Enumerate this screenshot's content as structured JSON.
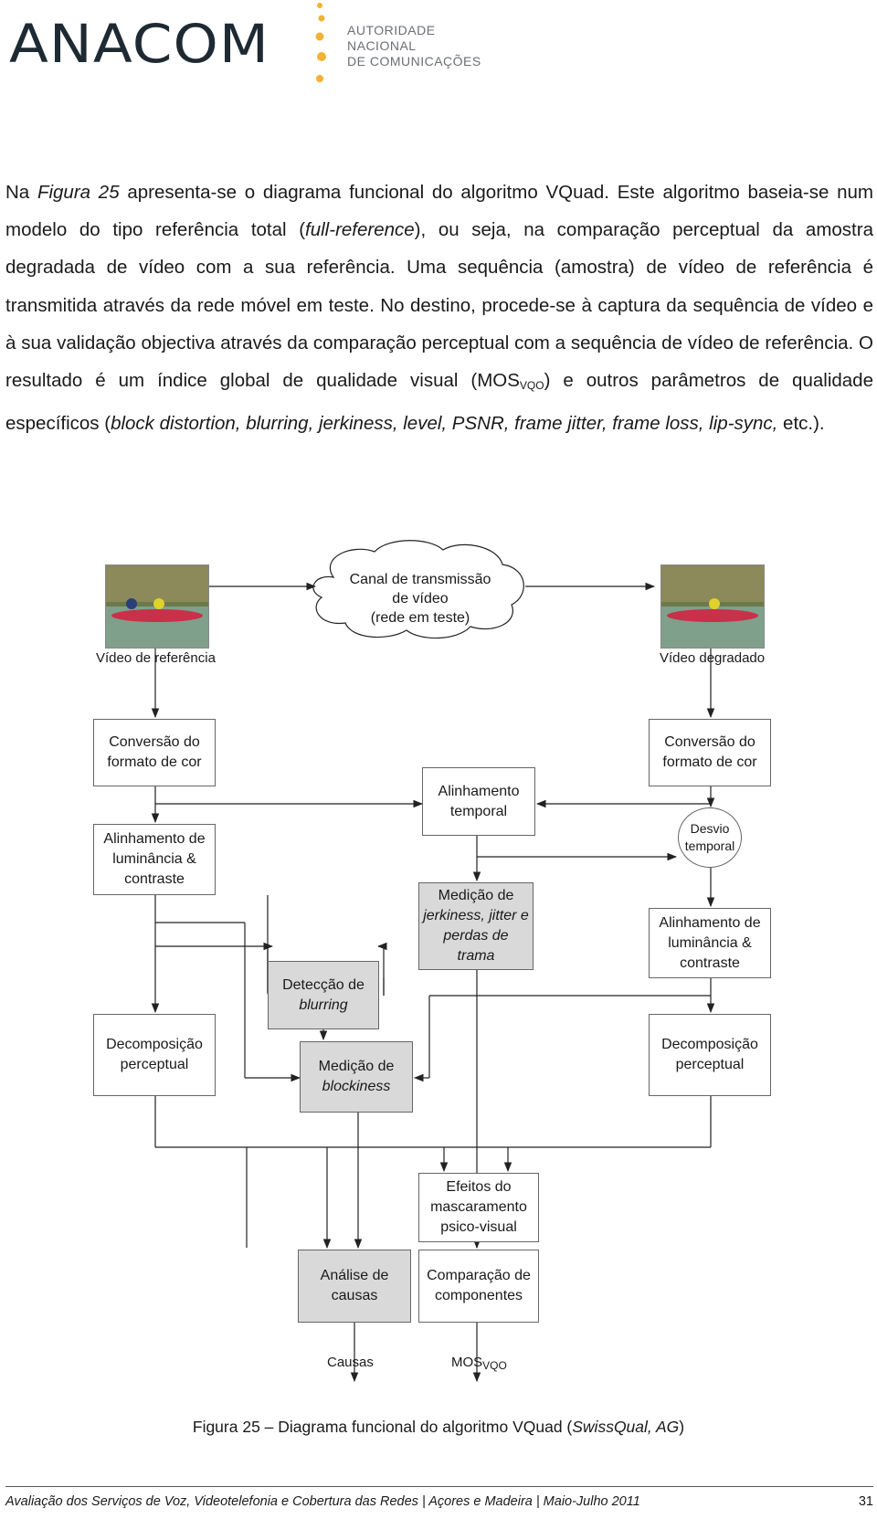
{
  "logo": {
    "wordmark": "ANACOM",
    "authority_lines": [
      "AUTORIDADE",
      "NACIONAL",
      "DE COMUNICAÇÕES"
    ],
    "brand_color": "#1e2a33",
    "dot_color": "#f2b233"
  },
  "paragraph": {
    "s1_a": "Na ",
    "s1_fig": "Figura 25",
    "s1_b": " apresenta-se o diagrama funcional do algoritmo VQuad. Este algoritmo baseia-se num modelo do tipo referência total (",
    "s1_ref": "full-reference",
    "s1_c": "), ou seja, na comparação perceptual da amostra degradada de vídeo com a sua referência. Uma sequência (amostra) de vídeo de referência é transmitida através da rede móvel em teste. No destino, procede-se à captura da sequência de vídeo e à sua validação objectiva através da comparação perceptual com a sequência de vídeo de referência. O resultado é um índice global de qualidade visual (MOS",
    "s1_sub": "VQO",
    "s1_d": ") e outros parâmetros de qualidade específicos (",
    "s1_list": "block distortion, blurring, jerkiness, level, PSNR, frame jitter, frame loss, lip-sync,",
    "s1_e": " etc.)."
  },
  "diagram": {
    "cloud": [
      "Canal de transmissão",
      "de vídeo",
      "(rede em teste)"
    ],
    "ref_video_label": "Vídeo de referência",
    "deg_video_label": "Vídeo degradado",
    "conv_left": [
      "Conversão do",
      "formato de cor"
    ],
    "conv_right": [
      "Conversão do",
      "formato de cor"
    ],
    "temporal_align": [
      "Alinhamento",
      "temporal"
    ],
    "lum_left": [
      "Alinhamento de",
      "luminância &",
      "contraste"
    ],
    "desvio": [
      "Desvio",
      "temporal"
    ],
    "jerk": [
      "Medição de",
      "jerkiness, jitter e",
      "perdas de trama"
    ],
    "lum_right": [
      "Alinhamento de",
      "luminância &",
      "contraste"
    ],
    "blur": [
      "Detecção de",
      "blurring"
    ],
    "decomp_left": [
      "Decomposição",
      "perceptual"
    ],
    "decomp_right": [
      "Decomposição",
      "perceptual"
    ],
    "blockiness": [
      "Medição de",
      "blockiness"
    ],
    "masking": [
      "Efeitos do",
      "mascaramento",
      "psico-visual"
    ],
    "causes_analysis": [
      "Análise de",
      "causas"
    ],
    "comparison": [
      "Comparação de",
      "componentes"
    ],
    "out_causas": "Causas",
    "out_mos": "MOS",
    "out_mos_sub": "VQO",
    "box_grey": "#d9d9d9"
  },
  "caption": {
    "a": "Figura 25 – Diagrama funcional do algoritmo VQuad (",
    "b": "SwissQual, AG",
    "c": ")"
  },
  "footer": {
    "text": "Avaliação dos Serviços de Voz, Videotelefonia e Cobertura das Redes | Açores e Madeira | Maio-Julho 2011",
    "page": "31"
  }
}
